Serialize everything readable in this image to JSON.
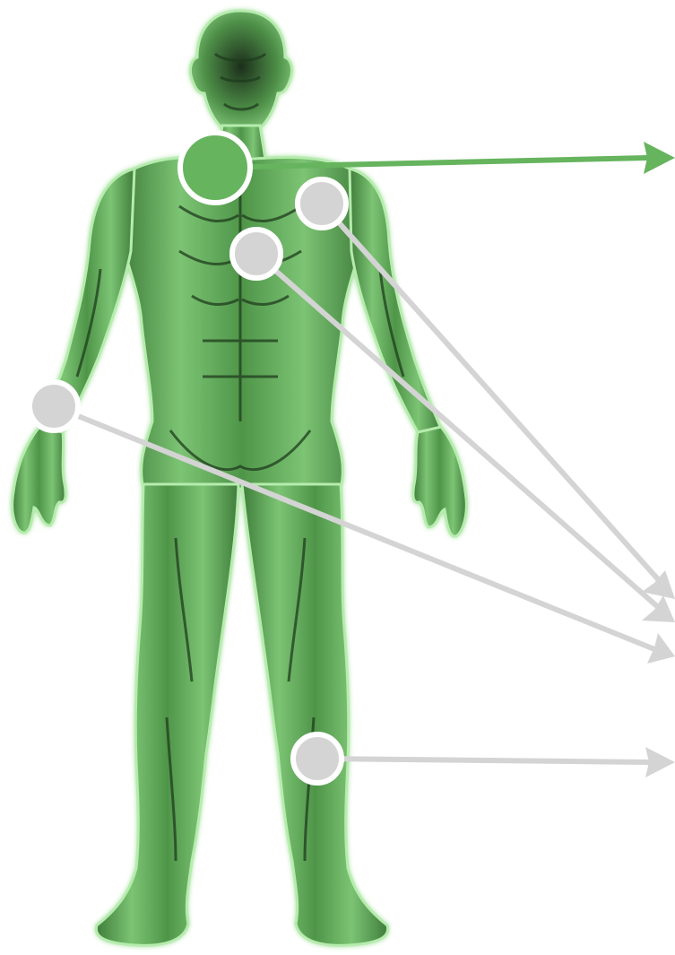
{
  "figure": {
    "background": "#ffffff",
    "body_colors": {
      "glow": "#8fd488",
      "fill": "#5fa85a",
      "shadow": "#1e3a1c",
      "highlight": "#c9f2c2"
    }
  },
  "hotspots": [
    {
      "id": "neck",
      "state": "active",
      "color": "#66b45e",
      "icon": "filled-circle"
    },
    {
      "id": "left-shoulder",
      "state": "inactive",
      "color": "#d4d4d4",
      "icon": "filled-circle"
    },
    {
      "id": "chest",
      "state": "inactive",
      "color": "#d4d4d4",
      "icon": "filled-circle"
    },
    {
      "id": "right-hand",
      "state": "inactive",
      "color": "#d4d4d4",
      "icon": "filled-circle"
    },
    {
      "id": "left-knee",
      "state": "inactive",
      "color": "#d4d4d4",
      "icon": "filled-circle"
    }
  ],
  "colors": {
    "active": "#66b45e",
    "inactive": "#d4d4d4",
    "ring": "#ffffff"
  }
}
